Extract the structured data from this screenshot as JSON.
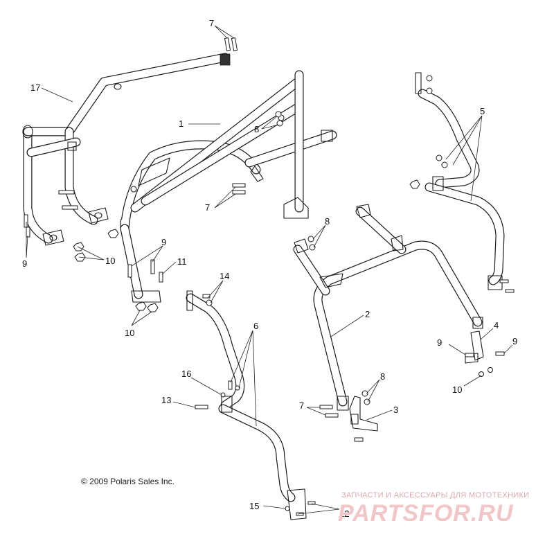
{
  "diagram": {
    "copyright": "© 2009 Polaris Sales Inc.",
    "callouts": [
      {
        "id": "c1",
        "label": "1"
      },
      {
        "id": "c2",
        "label": "2"
      },
      {
        "id": "c3",
        "label": "3"
      },
      {
        "id": "c4",
        "label": "4"
      },
      {
        "id": "c5",
        "label": "5"
      },
      {
        "id": "c6",
        "label": "6"
      },
      {
        "id": "c7a",
        "label": "7"
      },
      {
        "id": "c7b",
        "label": "7"
      },
      {
        "id": "c7c",
        "label": "7"
      },
      {
        "id": "c8a",
        "label": "8"
      },
      {
        "id": "c8b",
        "label": "8"
      },
      {
        "id": "c8c",
        "label": "8"
      },
      {
        "id": "c9a",
        "label": "9"
      },
      {
        "id": "c9b",
        "label": "9"
      },
      {
        "id": "c9c",
        "label": "9"
      },
      {
        "id": "c9d",
        "label": "9"
      },
      {
        "id": "c10a",
        "label": "10"
      },
      {
        "id": "c10b",
        "label": "10"
      },
      {
        "id": "c10c",
        "label": "10"
      },
      {
        "id": "c11",
        "label": "11"
      },
      {
        "id": "c12",
        "label": "12"
      },
      {
        "id": "c13",
        "label": "13"
      },
      {
        "id": "c14",
        "label": "14"
      },
      {
        "id": "c15",
        "label": "15"
      },
      {
        "id": "c16",
        "label": "16"
      },
      {
        "id": "c17",
        "label": "17"
      }
    ]
  },
  "watermark": {
    "tagline": "ЗАПЧАСТИ И АКСЕССУАРЫ ДЛЯ МОТОТЕХНИКИ",
    "logo": "PARTSFOR.RU"
  }
}
